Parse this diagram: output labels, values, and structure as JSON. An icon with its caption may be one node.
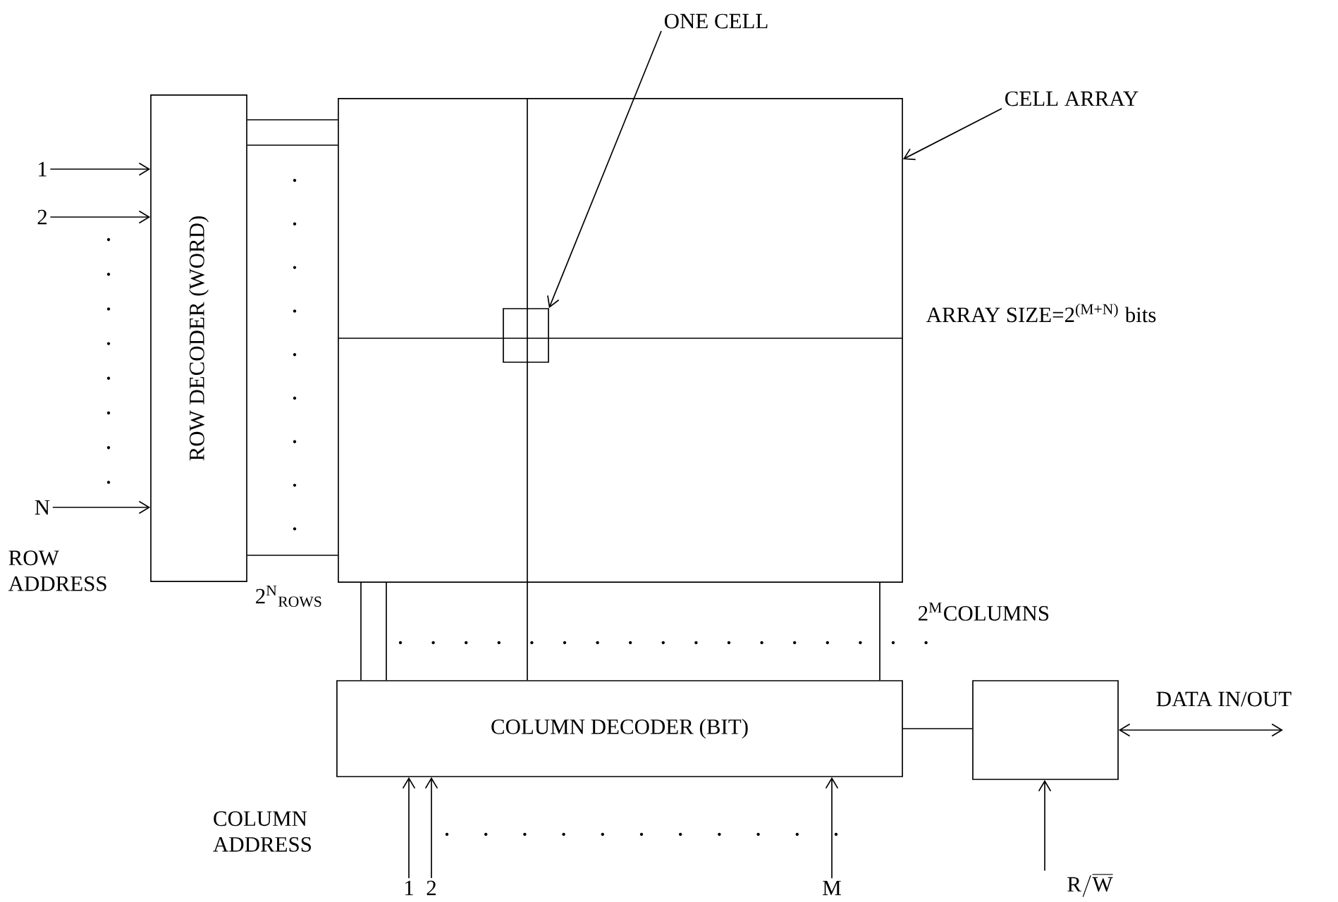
{
  "diagram": {
    "nodes": [
      {
        "text": [
          "ROW DECODER (WORD)"
        ]
      },
      {
        "text": [],
        "shape": "box"
      },
      {
        "text": [],
        "shape": "box",
        "in": 1
      },
      {
        "text": [
          "ONE CELL"
        ]
      },
      {
        "text": [
          "CELL ARRAY"
        ]
      },
      {
        "text": [
          "COLUMN DECODER (BIT)"
        ]
      },
      {
        "text": [],
        "shape": "box"
      },
      {
        "text": [
          "1"
        ]
      },
      {
        "text": [
          "2"
        ]
      },
      {
        "text": [
          "N"
        ]
      },
      {
        "text": [
          "1"
        ]
      },
      {
        "text": [
          "2"
        ]
      },
      {
        "text": [
          "M"
        ]
      },
      {
        "text": [
          "\\mathrm{R}/\\overline{\\mathrm{W}}"
        ]
      }
    ],
    "edges": [
      {
        "from": 7,
        "to": 0,
        "arrow": "to"
      },
      {
        "from": 8,
        "to": 0,
        "arrow": "to"
      },
      {
        "from": 9,
        "to": 0,
        "arrow": "to"
      },
      {
        "from": 0,
        "to": 1,
        "arrow": "none"
      },
      {
        "from": 0,
        "to": 1,
        "arrow": "none"
      },
      {
        "from": 0,
        "to": 1,
        "arrow": "none"
      },
      {
        "from": 3,
        "to": 2,
        "arrow": "to"
      },
      {
        "from": 4,
        "to": 1,
        "arrow": "to"
      },
      {
        "from": 1,
        "to": 5,
        "arrow": "none"
      },
      {
        "from": 1,
        "to": 5,
        "arrow": "none"
      },
      {
        "from": 1,
        "to": 5,
        "arrow": "none"
      },
      {
        "from": 1,
        "to": 5,
        "arrow": "none"
      },
      {
        "from": 10,
        "to": 5,
        "arrow": "to"
      },
      {
        "from": 11,
        "to": 5,
        "arrow": "to"
      },
      {
        "from": 12,
        "to": 5,
        "arrow": "to"
      },
      {
        "from": 5,
        "to": 6,
        "arrow": "none"
      },
      {
        "from": 6,
        "to": null,
        "arrow": "both",
        "label": "DATA IN/OUT"
      },
      {
        "from": 13,
        "to": 6,
        "arrow": "to"
      }
    ],
    "labels": [
      "ARRAY SIZE=2$^{(M+N)}$ bits",
      "ROW ADDRESS",
      "2$^{N}$$_{ROWS}$",
      "2$^{M}$COLUMNS",
      "COLUMN ADDRESS"
    ]
  }
}
